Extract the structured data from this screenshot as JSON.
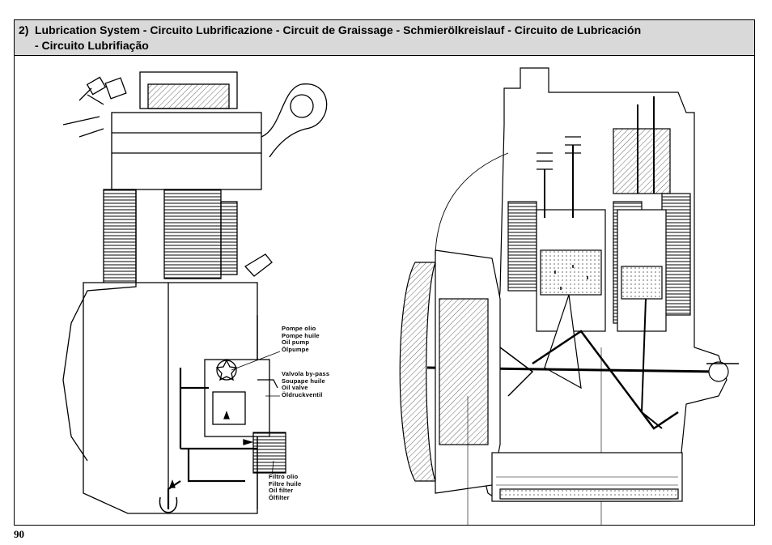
{
  "header": {
    "number": "2)",
    "line1": "Lubrication System - Circuito Lubrificazione - Circuit de Graissage - Schmierölkreislauf - Circuito de Lubricación",
    "line2": "- Circuito Lubrifiação"
  },
  "labels": {
    "oil_pump": [
      "Pompe olio",
      "Pompe huile",
      "Oil pump",
      "Ölpumpe"
    ],
    "bypass_valve": [
      "Valvola by-pass",
      "Soupape huile",
      "Oil valve",
      "Öldruckventil"
    ],
    "oil_filter": [
      "Filtro olio",
      "Filtre huile",
      "Oil filter",
      "Ölfilter"
    ]
  },
  "page_number": "90"
}
